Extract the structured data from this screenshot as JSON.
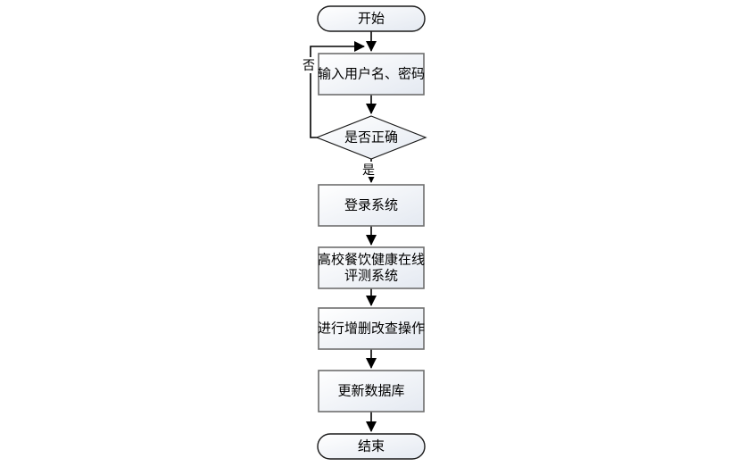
{
  "diagram": {
    "nodes": {
      "start": "开始",
      "input": "输入用户名、密码",
      "decision": "是否正确",
      "login": "登录系统",
      "system_line1": "高校餐饮健康在线",
      "system_line2": "评测系统",
      "crud": "进行增删改查操作",
      "update": "更新数据库",
      "end": "结束"
    },
    "labels": {
      "yes": "是",
      "no": "否"
    },
    "colors": {
      "fill_light": "#ffffff",
      "fill_shade": "#e4e9f1",
      "rect_border": "#6e6e6e",
      "terminal_border": "#1a1a1a",
      "line": "#000000"
    }
  }
}
